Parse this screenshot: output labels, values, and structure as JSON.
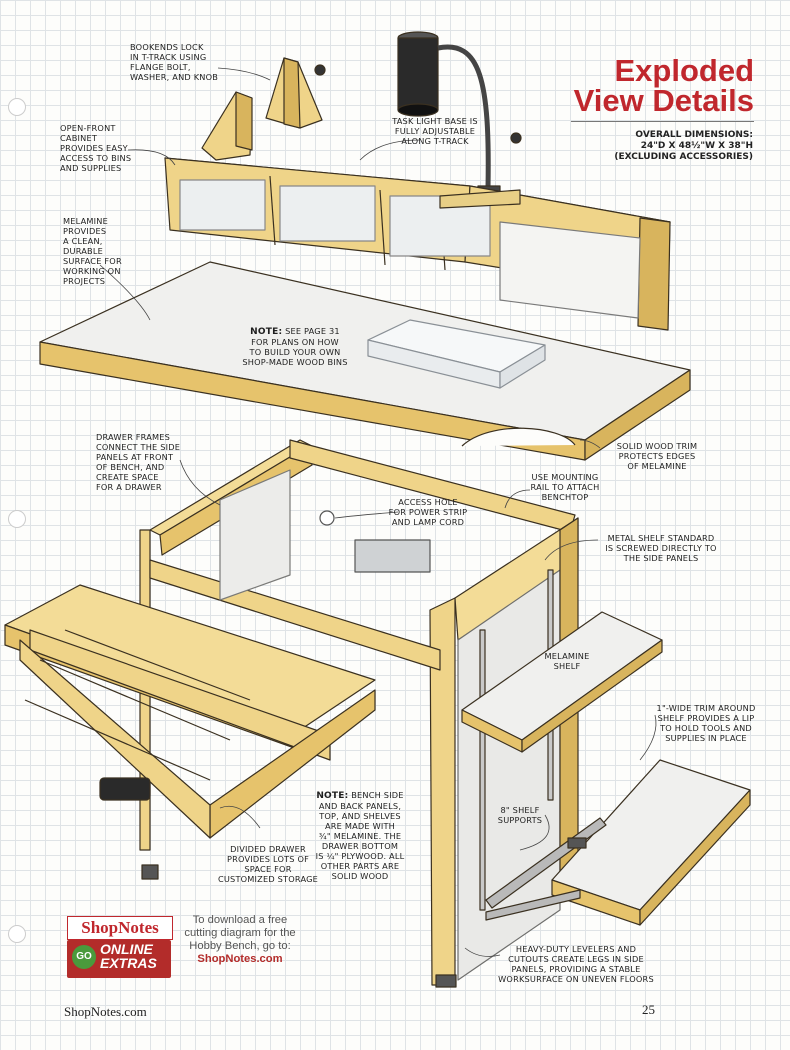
{
  "header": {
    "title": "Exploded\nView Details",
    "dimensions": "Overall Dimensions:\n24\"D x 48½\"W x 38\"H\n(Excluding Accessories)"
  },
  "callouts": {
    "bookends": "Bookends lock\nin T-track using\nflange bolt,\nwasher, and knob",
    "cabinet": "Open-front\ncabinet\nprovides easy\naccess to bins\nand supplies",
    "task_light": "Task light base is\nfully adjustable\nalong T-track",
    "melamine": "Melamine\nprovides\na clean,\ndurable\nsurface for\nworking on\nprojects",
    "note_bins_label": "NOTE:",
    "note_bins": "See page 31\nfor plans on how\nto build your own\nshop-made wood bins",
    "drawer_frames": "Drawer frames\nconnect the side\npanels at front\nof bench, and\ncreate space\nfor a drawer",
    "solid_trim": "Solid wood trim\nprotects edges\nof melamine",
    "mounting_rail": "Use mounting\nrail to attach\nbenchtop",
    "access_hole": "Access hole\nfor power strip\nand lamp cord",
    "shelf_standard": "Metal shelf standard\nis screwed directly to\nthe side panels",
    "melamine_shelf": "Melamine\nshelf",
    "shelf_trim": "1\"-wide trim around\nshelf provides a lip\nto hold tools and\nsupplies in place",
    "note_bench_label": "NOTE:",
    "note_bench": "Bench side\nand back panels,\ntop, and shelves\nare made with\n¾\" melamine. The\ndrawer bottom\nis ¼\" plywood. All\nother parts are\nsolid wood",
    "shelf_supports": "8\" shelf\nsupports",
    "divided_drawer": "Divided drawer\nprovides lots of\nspace for\ncustomized storage",
    "levelers": "Heavy-duty levelers and\ncutouts create legs in side\npanels, providing a stable\nworksurface on uneven floors"
  },
  "promo": {
    "brand": "ShopNotes",
    "go": "GO",
    "online": "ONLINE\nEXTRAS",
    "text": "To download a free cutting diagram for the Hobby Bench, go to:",
    "url": "ShopNotes.com"
  },
  "footer": {
    "site": "ShopNotes.com",
    "page": "25"
  },
  "colors": {
    "title_red": "#c0272d",
    "wood": "#f1d98b",
    "wood_dark": "#d9b560",
    "melamine": "#eeeeec"
  }
}
